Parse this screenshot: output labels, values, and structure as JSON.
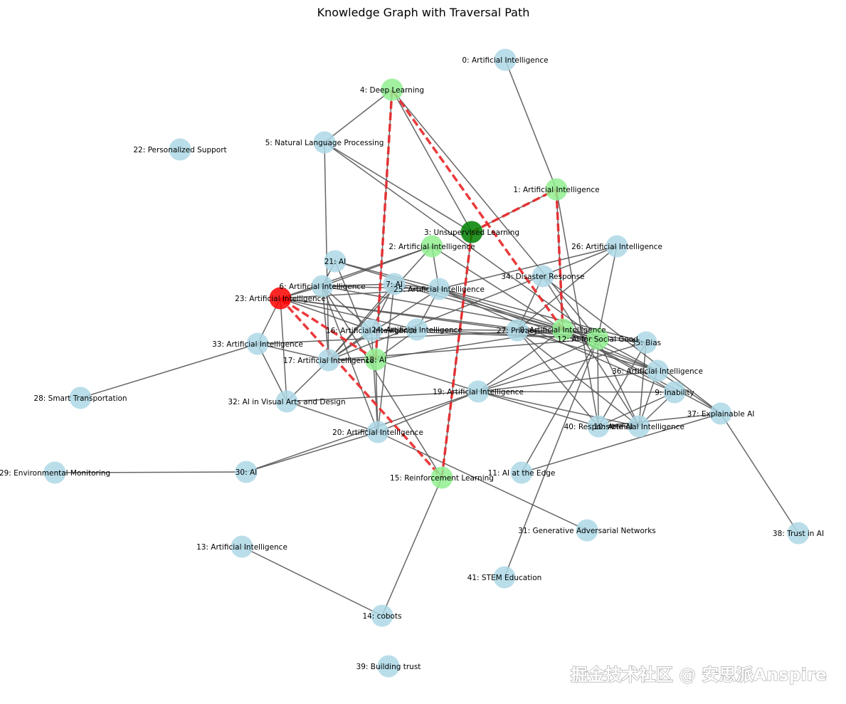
{
  "title": "Knowledge Graph with Traversal Path",
  "watermark": "掘金技术社区 @ 安思派Anspire",
  "colors": {
    "default_node": "#add8e6",
    "path_node": "#90ee90",
    "start_node": "#008000",
    "end_node": "#ff0000",
    "edge": "#555555",
    "path_edge": "#e8292b"
  },
  "nodes": [
    {
      "id": 0,
      "label": "0: Artificial Intelligence",
      "role": "default"
    },
    {
      "id": 1,
      "label": "1: Artificial Intelligence",
      "role": "path"
    },
    {
      "id": 2,
      "label": "2: Artificial Intelligence",
      "role": "path"
    },
    {
      "id": 3,
      "label": "3: Unsupervised Learning",
      "role": "start"
    },
    {
      "id": 4,
      "label": "4: Deep Learning",
      "role": "path"
    },
    {
      "id": 5,
      "label": "5: Natural Language Processing",
      "role": "default"
    },
    {
      "id": 6,
      "label": "6: Artificial Intelligence",
      "role": "default"
    },
    {
      "id": 7,
      "label": "7: AI",
      "role": "default"
    },
    {
      "id": 8,
      "label": "8: Artificial Intelligence",
      "role": "path"
    },
    {
      "id": 9,
      "label": "9: Inability",
      "role": "default"
    },
    {
      "id": 10,
      "label": "10: Artificial Intelligence",
      "role": "default"
    },
    {
      "id": 11,
      "label": "11: AI at the Edge",
      "role": "default"
    },
    {
      "id": 12,
      "label": "12: AI for Social Good",
      "role": "path"
    },
    {
      "id": 13,
      "label": "13: Artificial Intelligence",
      "role": "default"
    },
    {
      "id": 14,
      "label": "14: cobots",
      "role": "default"
    },
    {
      "id": 15,
      "label": "15: Reinforcement Learning",
      "role": "path"
    },
    {
      "id": 16,
      "label": "16: Artificial Intelligence",
      "role": "default"
    },
    {
      "id": 17,
      "label": "17: Artificial Intelligence",
      "role": "default"
    },
    {
      "id": 18,
      "label": "18: AI",
      "role": "path"
    },
    {
      "id": 19,
      "label": "19: Artificial Intelligence",
      "role": "default"
    },
    {
      "id": 20,
      "label": "20: Artificial Intelligence",
      "role": "default"
    },
    {
      "id": 21,
      "label": "21: AI",
      "role": "default"
    },
    {
      "id": 22,
      "label": "22: Personalized Support",
      "role": "default"
    },
    {
      "id": 23,
      "label": "23: Artificial Intelligence",
      "role": "end"
    },
    {
      "id": 24,
      "label": "24: Artificial Intelligence",
      "role": "default"
    },
    {
      "id": 25,
      "label": "25: Artificial Intelligence",
      "role": "default"
    },
    {
      "id": 26,
      "label": "26: Artificial Intelligence",
      "role": "default"
    },
    {
      "id": 27,
      "label": "27: Privacy",
      "role": "default"
    },
    {
      "id": 28,
      "label": "28: Smart Transportation",
      "role": "default"
    },
    {
      "id": 29,
      "label": "29: Environmental Monitoring",
      "role": "default"
    },
    {
      "id": 30,
      "label": "30: AI",
      "role": "default"
    },
    {
      "id": 31,
      "label": "31: Generative Adversarial Networks",
      "role": "default"
    },
    {
      "id": 32,
      "label": "32: AI in Visual Arts and Design",
      "role": "default"
    },
    {
      "id": 33,
      "label": "33: Artificial Intelligence",
      "role": "default"
    },
    {
      "id": 34,
      "label": "34: Disaster Response",
      "role": "default"
    },
    {
      "id": 35,
      "label": "35: Bias",
      "role": "default"
    },
    {
      "id": 36,
      "label": "36: Artificial Intelligence",
      "role": "default"
    },
    {
      "id": 37,
      "label": "37: Explainable AI",
      "role": "default"
    },
    {
      "id": 38,
      "label": "38: Trust in AI",
      "role": "default"
    },
    {
      "id": 39,
      "label": "39: Building trust",
      "role": "default"
    },
    {
      "id": 40,
      "label": "40: Responsible AI",
      "role": "default"
    },
    {
      "id": 41,
      "label": "41: STEM Education",
      "role": "default"
    }
  ],
  "edges": [
    [
      0,
      1
    ],
    [
      1,
      3
    ],
    [
      1,
      8
    ],
    [
      1,
      40
    ],
    [
      3,
      4
    ],
    [
      4,
      5
    ],
    [
      4,
      12
    ],
    [
      4,
      18
    ],
    [
      5,
      3
    ],
    [
      5,
      17
    ],
    [
      5,
      12
    ],
    [
      3,
      15
    ],
    [
      2,
      6
    ],
    [
      2,
      23
    ],
    [
      2,
      17
    ],
    [
      2,
      8
    ],
    [
      2,
      25
    ],
    [
      6,
      23
    ],
    [
      6,
      25
    ],
    [
      6,
      7
    ],
    [
      6,
      8
    ],
    [
      6,
      16
    ],
    [
      6,
      17
    ],
    [
      6,
      15
    ],
    [
      6,
      20
    ],
    [
      7,
      25
    ],
    [
      7,
      16
    ],
    [
      7,
      17
    ],
    [
      7,
      20
    ],
    [
      7,
      8
    ],
    [
      21,
      6
    ],
    [
      21,
      8
    ],
    [
      21,
      18
    ],
    [
      21,
      35
    ],
    [
      23,
      33
    ],
    [
      23,
      32
    ],
    [
      23,
      16
    ],
    [
      23,
      24
    ],
    [
      23,
      12
    ],
    [
      23,
      27
    ],
    [
      23,
      25
    ],
    [
      25,
      17
    ],
    [
      25,
      24
    ],
    [
      25,
      12
    ],
    [
      25,
      26
    ],
    [
      25,
      9
    ],
    [
      25,
      36
    ],
    [
      16,
      24
    ],
    [
      16,
      17
    ],
    [
      16,
      12
    ],
    [
      16,
      20
    ],
    [
      24,
      12
    ],
    [
      24,
      27
    ],
    [
      24,
      18
    ],
    [
      17,
      12
    ],
    [
      17,
      33
    ],
    [
      17,
      32
    ],
    [
      17,
      26
    ],
    [
      17,
      18
    ],
    [
      18,
      20
    ],
    [
      18,
      19
    ],
    [
      18,
      8
    ],
    [
      19,
      9
    ],
    [
      19,
      12
    ],
    [
      19,
      20
    ],
    [
      19,
      36
    ],
    [
      19,
      40
    ],
    [
      19,
      10
    ],
    [
      19,
      8
    ],
    [
      19,
      35
    ],
    [
      19,
      30
    ],
    [
      33,
      32
    ],
    [
      33,
      28
    ],
    [
      33,
      8
    ],
    [
      32,
      19
    ],
    [
      32,
      20
    ],
    [
      20,
      30
    ],
    [
      20,
      31
    ],
    [
      30,
      29
    ],
    [
      15,
      14
    ],
    [
      13,
      14
    ],
    [
      26,
      27
    ],
    [
      26,
      12
    ],
    [
      34,
      27
    ],
    [
      34,
      37
    ],
    [
      34,
      10
    ],
    [
      27,
      12
    ],
    [
      27,
      36
    ],
    [
      27,
      40
    ],
    [
      27,
      10
    ],
    [
      8,
      36
    ],
    [
      8,
      37
    ],
    [
      8,
      35
    ],
    [
      8,
      9
    ],
    [
      8,
      12
    ],
    [
      12,
      40
    ],
    [
      12,
      10
    ],
    [
      12,
      41
    ],
    [
      12,
      11
    ],
    [
      12,
      36
    ],
    [
      12,
      35
    ],
    [
      35,
      40
    ],
    [
      35,
      10
    ],
    [
      36,
      37
    ],
    [
      36,
      10
    ],
    [
      9,
      40
    ],
    [
      9,
      10
    ],
    [
      37,
      38
    ],
    [
      37,
      40
    ],
    [
      37,
      11
    ],
    [
      40,
      10
    ]
  ],
  "path_edges": [
    [
      3,
      1
    ],
    [
      1,
      8
    ],
    [
      8,
      4
    ],
    [
      4,
      18
    ],
    [
      18,
      23
    ],
    [
      23,
      15
    ],
    [
      15,
      3
    ]
  ]
}
